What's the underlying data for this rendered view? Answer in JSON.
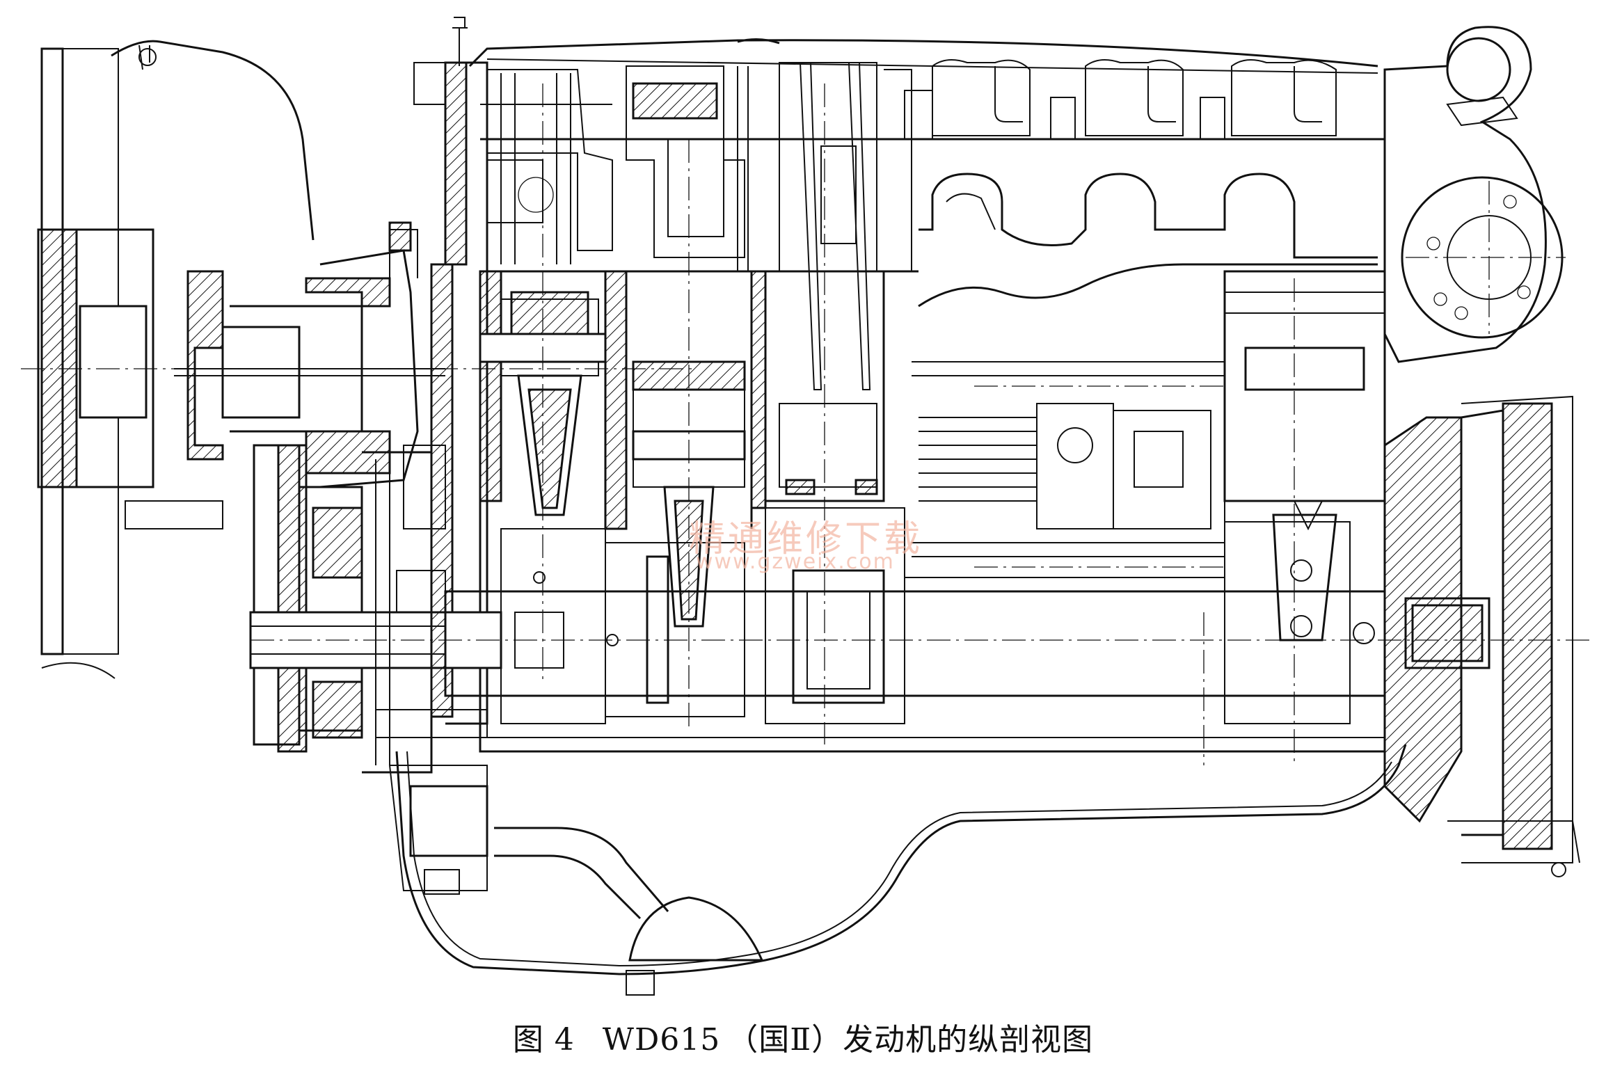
{
  "caption": {
    "figure_number": "图 4",
    "model": "WD615",
    "standard": "（国Ⅱ）",
    "description": "发动机的纵剖视图"
  },
  "watermark": {
    "cn": "精通维修下载",
    "url": "www.gzweix.com",
    "color": "#f3b4a0"
  },
  "colors": {
    "line": "#111111",
    "background": "#ffffff"
  }
}
